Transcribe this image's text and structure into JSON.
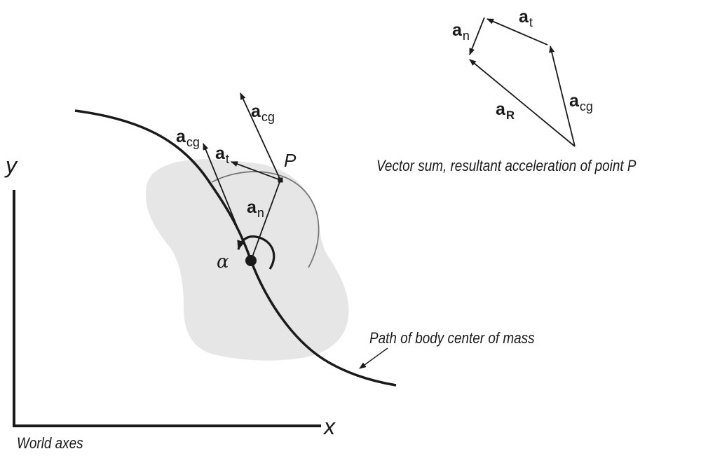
{
  "labels": {
    "a_cg_left": {
      "main": "a",
      "sub": "cg"
    },
    "a_cg_top": {
      "main": "a",
      "sub": "cg"
    },
    "a_t_body": {
      "main": "a",
      "sub": "t"
    },
    "a_n_body": {
      "main": "a",
      "sub": "n"
    },
    "point_p": "P",
    "alpha": "α",
    "axis_y": "y",
    "axis_x": "x",
    "world_axes": "World axes",
    "path_caption": "Path of body center of mass",
    "a_n_sum": {
      "main": "a",
      "sub": "n"
    },
    "a_t_sum": {
      "main": "a",
      "sub": "t"
    },
    "a_R_sum": {
      "main": "a",
      "sub": "R"
    },
    "a_cg_sum": {
      "main": "a",
      "sub": "cg"
    },
    "sum_caption": "Vector sum, resultant acceleration of point P"
  },
  "colors": {
    "ink": "#1a1a1a",
    "body_fill": "#e6e6e6",
    "arc_stroke": "#777777"
  }
}
